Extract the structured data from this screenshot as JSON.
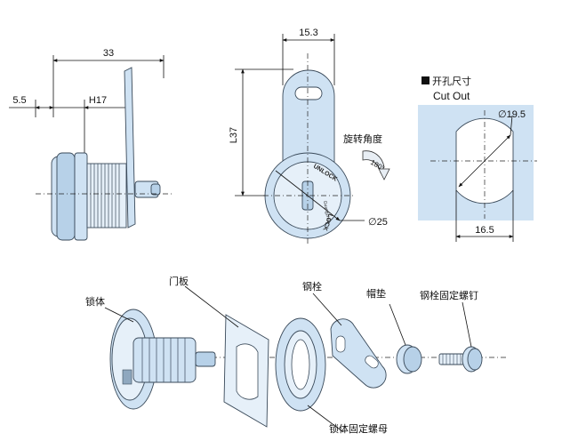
{
  "dimensions": {
    "overall_length": "33",
    "offset": "5.5",
    "thread_length": "H17",
    "cam_width": "15.3",
    "cam_length": "L37",
    "body_diameter": "∅25",
    "cutout_diameter": "∅19.5",
    "cutout_width": "16.5"
  },
  "rotation": {
    "label": "旋转角度",
    "angle": "180°"
  },
  "face_marks": {
    "unlock": "UNLOCK",
    "lock": "LOCK",
    "brand": "Guangzhou"
  },
  "cutout": {
    "title_cn": "开孔尺寸",
    "title_en": "Cut Out",
    "panel_color": "#cfe2f3"
  },
  "parts": {
    "lock_body": "锁体",
    "door_panel": "门板",
    "cam": "钢栓",
    "cap_washer": "帽垫",
    "cam_screw": "钢栓固定螺钉",
    "body_nut": "锁体固定螺母"
  }
}
